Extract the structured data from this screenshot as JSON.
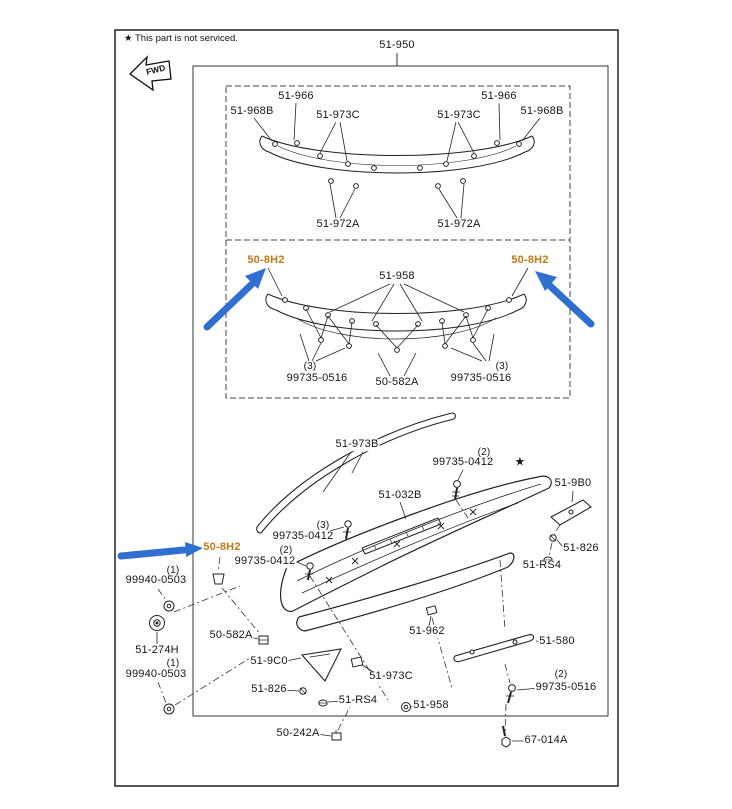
{
  "page": {
    "note": "★ This part is not serviced.",
    "fwd_label": "FWD",
    "assembly_label": "51-950"
  },
  "colors": {
    "highlight_label": "#c07a18",
    "annotation_arrow": "#2f6fd0"
  },
  "parts": {
    "p51_966": "51-966",
    "p51_968B": "51-968B",
    "p51_973C": "51-973C",
    "p51_972A": "51-972A",
    "p50_8H2": "50-8H2",
    "p51_958": "51-958",
    "p99735_0516": "99735-0516",
    "p50_582A": "50-582A",
    "p51_973B": "51-973B",
    "p99735_0412": "99735-0412",
    "p51_9B0": "51-9B0",
    "p51_032B": "51-032B",
    "p51_826": "51-826",
    "p51_RS4": "51-RS4",
    "p99940_0503": "99940-0503",
    "p51_274H": "51-274H",
    "p51_962": "51-962",
    "p51_580": "51-580",
    "p51_9C0": "51-9C0",
    "p50_242A": "50-242A",
    "p67_014A": "67-014A",
    "star": "★"
  },
  "quantities": {
    "q1": "(1)",
    "q2": "(2)",
    "q3": "(3)"
  }
}
